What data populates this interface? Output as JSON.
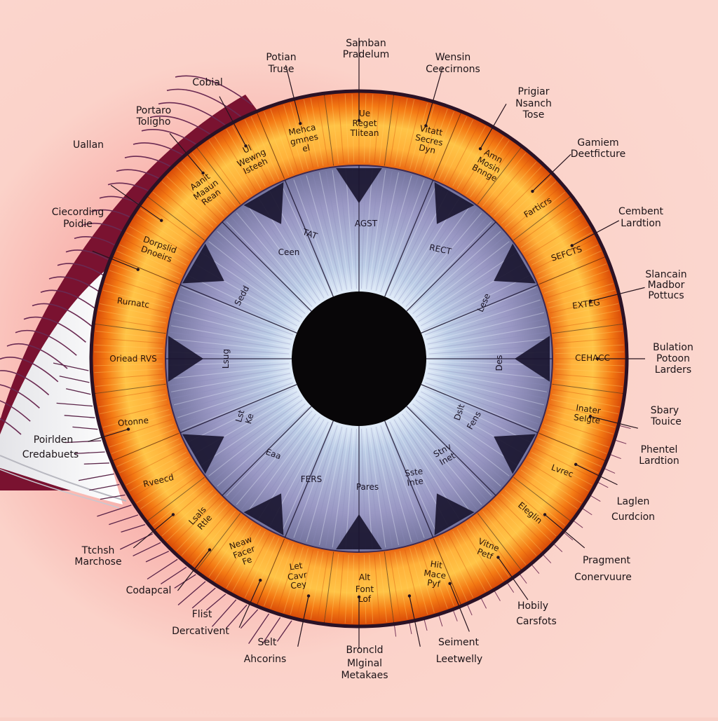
{
  "outer_labels": [
    [
      "Samban",
      "Pradelum"
    ],
    [
      "Potian",
      "Truse"
    ],
    [
      "Wensin",
      "Ceecirnons"
    ],
    [
      "Cobial"
    ],
    [
      "Prigiar",
      "Nsanch",
      "Tose"
    ],
    [
      "Portaro",
      "Toligho"
    ],
    [
      "Gamiem",
      "Deetficture"
    ],
    [
      "Uallan"
    ],
    [
      "Ciecording",
      "Poidie"
    ],
    [
      "Cembent",
      "Lardtion"
    ],
    [
      "Slancain",
      "Madbor",
      "Pottucs"
    ],
    [
      "Bulation",
      "Potoon",
      "Larders"
    ],
    [
      "Poirlden",
      "Credabuets"
    ],
    [
      "Sbary",
      "Touice"
    ],
    [
      "Phentel",
      "Lardtion"
    ],
    [
      "Laglen",
      "Curdcion"
    ],
    [
      "Ttchsh",
      "Marchose"
    ],
    [
      "Pragment",
      "Conervuure"
    ],
    [
      "Codapcal"
    ],
    [
      "Flist",
      "Dercativent"
    ],
    [
      "Hobily",
      "Carsfots"
    ],
    [
      "Selt",
      "Ahcorins"
    ],
    [
      "Seiment",
      "Leetwelly"
    ],
    [
      "Broncld",
      "Mlginal",
      "Metakaes"
    ]
  ],
  "ring_labels": [
    [
      "Ue",
      "Reget",
      "Tlitean"
    ],
    [
      "Mehca",
      "gmnes",
      "el"
    ],
    [
      "Vitatt",
      "Secres",
      "Dyn"
    ],
    [
      "Ul",
      "Wewng",
      "Isteeh"
    ],
    [
      "Amn",
      "Mosin",
      "Bnnge"
    ],
    [
      "Aanit",
      "Maaun",
      "Rean"
    ],
    [
      "Farticrs"
    ],
    [
      "Dorpslid",
      "Dnoeirs"
    ],
    [
      "SEFCTS"
    ],
    [
      "Rurnatc"
    ],
    [
      "EXTEG"
    ],
    [
      "Oriead RVS"
    ],
    [
      "CEHACC"
    ],
    [
      "Otonne"
    ],
    [
      "Inater",
      "Selgte"
    ],
    [
      "Rveecd"
    ],
    [
      "Lvrec"
    ],
    [
      "Lsals",
      "Rtle"
    ],
    [
      "Eleglin"
    ],
    [
      "Neaw",
      "Facer",
      "Fe"
    ],
    [
      "Vitne",
      "Petf"
    ],
    [
      "Let",
      "Cavr",
      "Cey"
    ],
    [
      "Alt",
      "Font",
      "Lof"
    ],
    [
      "Hit",
      "Mace",
      "Pyf"
    ]
  ],
  "iris_labels": [
    [
      "AGST"
    ],
    [
      "Ceen"
    ],
    [
      "TAT"
    ],
    [
      "RECT"
    ],
    [
      "Sedd"
    ],
    [
      "Lese"
    ],
    [
      "Lsug"
    ],
    [
      "Des"
    ],
    [
      "Lst",
      "Ke"
    ],
    [
      "Eaa"
    ],
    [
      "Fens"
    ],
    [
      "FERS"
    ],
    [
      "Pares"
    ],
    [
      "Sste",
      "Inte"
    ],
    [
      "Stnv",
      "Inet"
    ],
    [
      "Dslt"
    ]
  ],
  "colors": {
    "background": "#f9cfc6",
    "eyelid": "#7a1230",
    "ring_outer": "#e85d0c",
    "ring_mid": "#ffb431",
    "iris_light": "#c4d4ec",
    "iris_dark": "#5e5e8c",
    "pupil": "#080608"
  }
}
